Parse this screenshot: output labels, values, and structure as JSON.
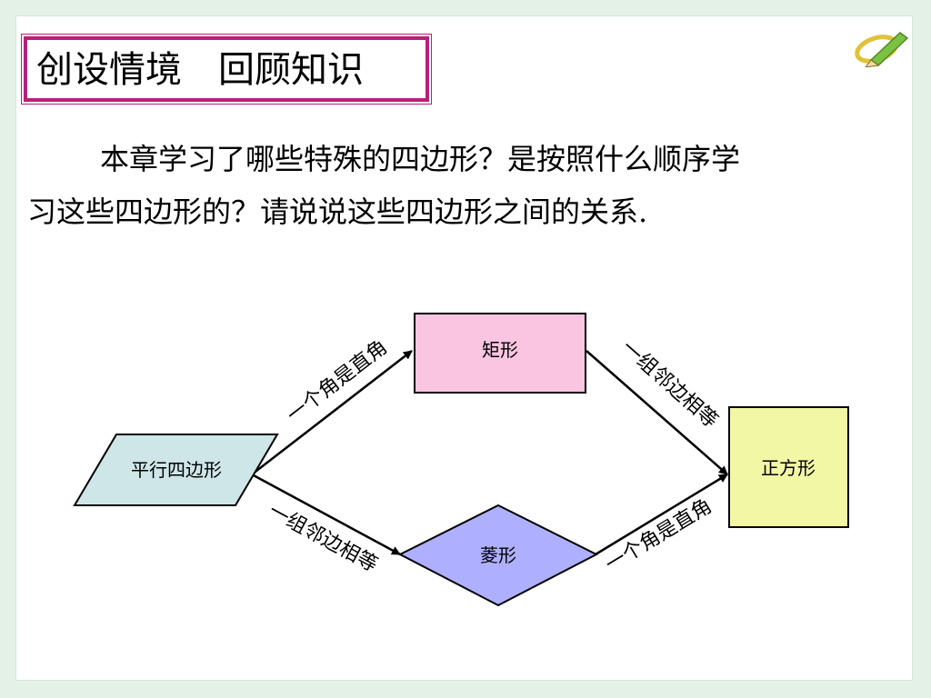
{
  "title": "创设情境　回顾知识",
  "question": {
    "line1": "本章学习了哪些特殊的四边形？是按照什么顺序学",
    "line2": "习这些四边形的？请说说这些四边形之间的关系."
  },
  "diagram": {
    "nodes": {
      "parallelogram": "平行四边形",
      "rectangle": "矩形",
      "rhombus": "菱形",
      "square": "正方形"
    },
    "edges": {
      "parallelogram_to_rectangle": "一个角是直角",
      "parallelogram_to_rhombus": "一组邻边相等",
      "rectangle_to_square": "一组邻边相等",
      "rhombus_to_square": "一个角是直角"
    }
  },
  "colors": {
    "title_border": "#b8207a",
    "parallelogram_fill": "#cfe6e8",
    "rectangle_fill": "#f9c5e1",
    "rhombus_fill": "#aeb0ff",
    "square_fill": "#f2f7a6",
    "background": "#e4f1e6"
  },
  "icons": {
    "corner": "pencil-logo-icon"
  }
}
